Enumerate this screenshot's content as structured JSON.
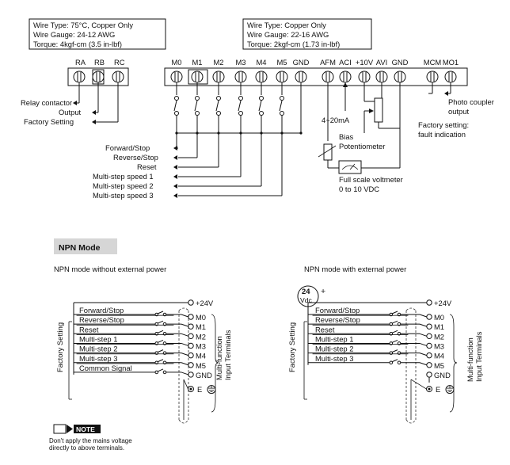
{
  "relay_spec": {
    "lines": [
      "Wire Type: 75°C, Copper Only",
      "Wire Gauge: 24-12 AWG",
      "Torque: 4kgf-cm (3.5 in-lbf)"
    ]
  },
  "control_spec": {
    "lines": [
      "Wire Type:  Copper Only",
      "Wire Gauge: 22-16 AWG",
      "Torque: 2kgf-cm (1.73 in-lbf)"
    ]
  },
  "relay_terminals": [
    "RA",
    "RB",
    "RC"
  ],
  "relay_labels": [
    "Relay contactor",
    "Output",
    "Factory Setting"
  ],
  "control_terminals": [
    "M0",
    "M1",
    "M2",
    "M3",
    "M4",
    "M5",
    "GND",
    "AFM",
    "ACI",
    "+10V",
    "AVI",
    "GND",
    "MCM",
    "MO1"
  ],
  "input_functions": [
    "Forward/Stop",
    "Reverse/Stop",
    "Reset",
    "Multi-step speed 1",
    "Multi-step speed 2",
    "Multi-step speed 3"
  ],
  "aci_label": "4~20mA",
  "bias_label": [
    "Bias",
    "Potentiometer"
  ],
  "voltmeter_label": [
    "Full scale voltmeter",
    "0 to 10 VDC"
  ],
  "photo_coupler_label": [
    "Photo coupler",
    "output"
  ],
  "factory_setting_label": [
    "Factory setting:",
    "fault indication"
  ],
  "npn_title": "NPN Mode",
  "npn_left": {
    "heading": "NPN mode without external power",
    "supply": "+24V",
    "functions": [
      "Forward/Stop",
      "Reverse/Stop",
      "Reset",
      "Multi-step 1",
      "Multi-step 2",
      "Multi-step 3",
      "Common Signal"
    ],
    "terminals": [
      "M0",
      "M1",
      "M2",
      "M3",
      "M4",
      "M5",
      "GND",
      "E"
    ],
    "side_label": "Factory Setting",
    "right_label": [
      "Multi-function",
      "Input Terminals"
    ]
  },
  "npn_right": {
    "heading": "NPN mode with external power",
    "source_value": "24",
    "source_unit": "Vdc",
    "source_plus": "+",
    "supply": "+24V",
    "functions": [
      "Forward/Stop",
      "Reverse/Stop",
      "Reset",
      "Multi-step 1",
      "Multi-step 2",
      "Multi-step 3"
    ],
    "terminals": [
      "M0",
      "M1",
      "M2",
      "M3",
      "M4",
      "M5",
      "GND",
      "E"
    ],
    "side_label": "Factory Setting",
    "right_label": [
      "Multi-function",
      "Input Terminals"
    ]
  },
  "note": {
    "badge": "NOTE",
    "text": [
      "Don't apply the mains voltage",
      "directly to above terminals."
    ]
  }
}
